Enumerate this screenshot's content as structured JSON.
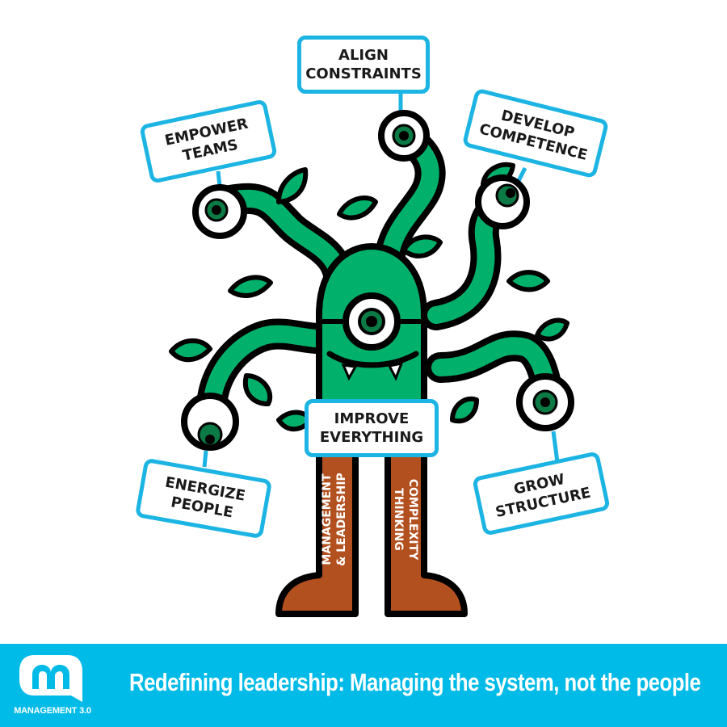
{
  "colors": {
    "accent_blue": "#1cb4e3",
    "footer_blue": "#00bbe7",
    "monster_green": "#00b06b",
    "pupil_green": "#0b7a45",
    "outline": "#000000",
    "leg_brown": "#b3501f",
    "leg_brown_dark": "#9a4219"
  },
  "labels": {
    "align_constraints": [
      "ALIGN",
      "CONSTRAINTS"
    ],
    "empower_teams": [
      "EMPOWER",
      "TEAMS"
    ],
    "develop_competence": [
      "DEVELOP",
      "COMPETENCE"
    ],
    "improve_everything": [
      "IMPROVE",
      "EVERYTHING"
    ],
    "energize_people": [
      "ENERGIZE",
      "PEOPLE"
    ],
    "grow_structure": [
      "GROW",
      "STRUCTURE"
    ]
  },
  "legs": {
    "left": [
      "MANAGEMENT",
      "& LEADERSHIP"
    ],
    "right": [
      "COMPLEXITY",
      "THINKING"
    ]
  },
  "footer": {
    "logo_text": "MANAGEMENT 3.0",
    "tagline": "Redefining leadership: Managing the system, not the people"
  }
}
